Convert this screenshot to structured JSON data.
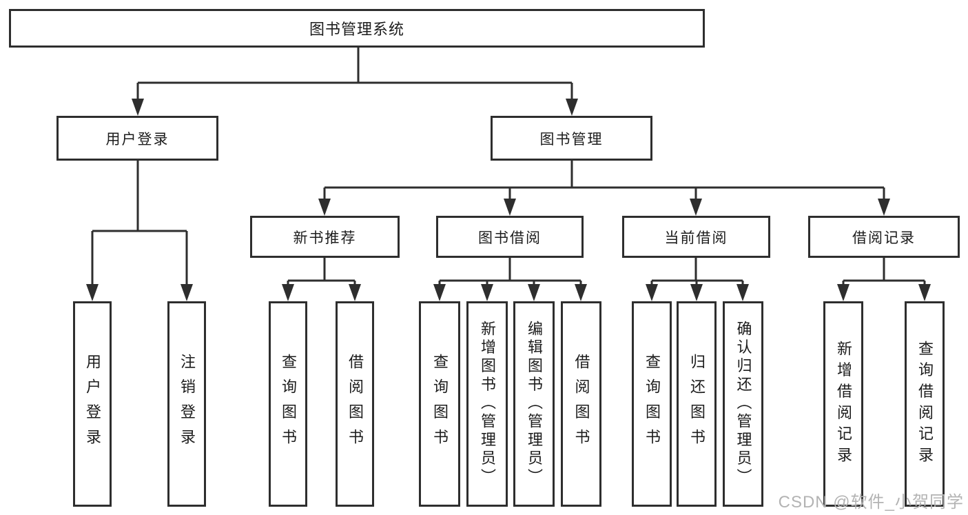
{
  "tree": {
    "root": {
      "label": "图书管理系统"
    },
    "level2": [
      {
        "label": "用户登录",
        "leaves": [
          {
            "label": "用户登录"
          },
          {
            "label": "注销登录"
          }
        ]
      },
      {
        "label": "图书管理",
        "children": [
          {
            "label": "新书推荐",
            "leaves": [
              {
                "label": "查询图书"
              },
              {
                "label": "借阅图书"
              }
            ]
          },
          {
            "label": "图书借阅",
            "leaves": [
              {
                "label": "查询图书"
              },
              {
                "label": "新增图书（管理员）"
              },
              {
                "label": "编辑图书（管理员）"
              },
              {
                "label": "借阅图书"
              }
            ]
          },
          {
            "label": "当前借阅",
            "leaves": [
              {
                "label": "查询图书"
              },
              {
                "label": "归还图书"
              },
              {
                "label": "确认归还（管理员）"
              }
            ]
          },
          {
            "label": "借阅记录",
            "leaves": [
              {
                "label": "新增借阅记录"
              },
              {
                "label": "查询借阅记录"
              }
            ]
          }
        ]
      }
    ]
  },
  "watermark": {
    "text": "CSDN @软件_小贺同学"
  },
  "colors": {
    "line": "#2e2e2e",
    "border": "#2e2e2e",
    "text": "#1c1c1c",
    "watermark": "#b3b3b3",
    "background": "#ffffff"
  }
}
